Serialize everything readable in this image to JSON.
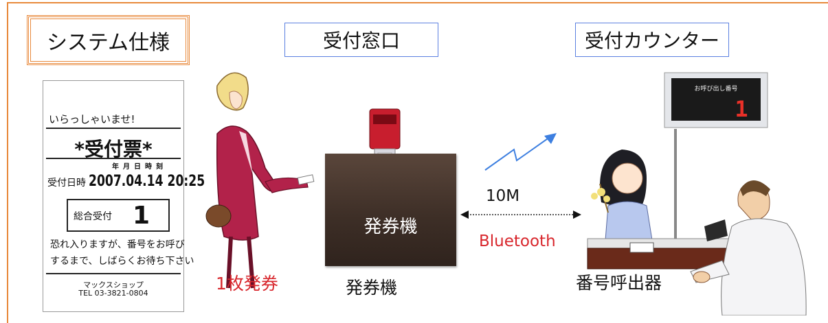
{
  "title": "システム仕様",
  "labels": {
    "reception_window": "受付窓口",
    "reception_counter": "受付カウンター"
  },
  "ticket": {
    "welcome": "いらっしゃいませ!",
    "heading": "*受付票*",
    "date_header": "年月日時刻",
    "date_label": "受付日時",
    "date_value": "2007.04.14 20:25",
    "dept_label": "総合受付",
    "dept_number": "1",
    "message_line1": "恐れ入りますが、番号をお呼び",
    "message_line2": "するまで、しばらくお待ち下さい",
    "shop": "マックスショップ",
    "tel": "TEL 03-3821-0804"
  },
  "captions": {
    "issue_one": "1枚発券",
    "machine": "発券機",
    "caller": "番号呼出器"
  },
  "machine_label": "発券機",
  "display_board": {
    "header": "お呼び出し番号",
    "number": "1"
  },
  "link": {
    "distance": "10M",
    "protocol": "Bluetooth"
  },
  "colors": {
    "frame": "#e8883a",
    "box_border": "#5a7fe0",
    "accent_red": "#d8262c",
    "wireless": "#3d7fe0"
  }
}
